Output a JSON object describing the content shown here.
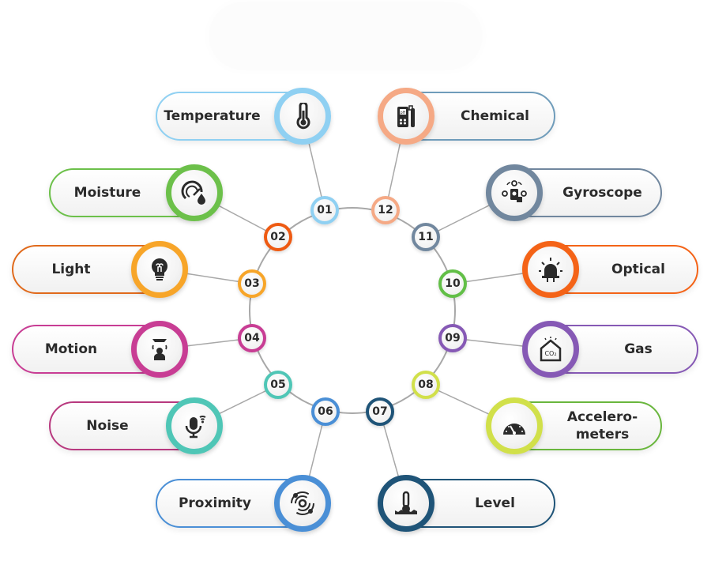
{
  "diagram": {
    "title": "",
    "ring_color": "#a8a8a8",
    "nodes": [
      {
        "number": "01",
        "label": "Temperature",
        "icon": "thermometer-icon",
        "color": "#8fd0f2",
        "side": "left"
      },
      {
        "number": "02",
        "label": "Moisture",
        "icon": "moisture-gauge-icon",
        "color": "#6cc04a",
        "num_color": "#ee5a12",
        "side": "left"
      },
      {
        "number": "03",
        "label": "Light",
        "icon": "light-bulb-icon",
        "color": "#f7a529",
        "pill_color": "#e06a1c",
        "side": "left"
      },
      {
        "number": "04",
        "label": "Motion",
        "icon": "motion-sensor-icon",
        "color": "#c83d94",
        "side": "left"
      },
      {
        "number": "05",
        "label": "Noise",
        "icon": "microphone-icon",
        "color": "#4fc6b6",
        "pill_color": "#b8397f",
        "side": "left"
      },
      {
        "number": "06",
        "label": "Proximity",
        "icon": "proximity-icon",
        "color": "#4a8fd6",
        "side": "left"
      },
      {
        "number": "07",
        "label": "Level",
        "icon": "level-icon",
        "color": "#1f5478",
        "side": "right"
      },
      {
        "number": "08",
        "label": "Accelero-\nmeters",
        "icon": "speedometer-icon",
        "color": "#d1e04a",
        "pill_color": "#69b63d",
        "side": "right"
      },
      {
        "number": "09",
        "label": "Gas",
        "icon": "co2-icon",
        "color": "#8659b5",
        "side": "right"
      },
      {
        "number": "10",
        "label": "Optical",
        "icon": "alarm-light-icon",
        "color": "#f46317",
        "num_color": "#62bf47",
        "side": "right"
      },
      {
        "number": "11",
        "label": "Gyroscope",
        "icon": "gyroscope-icon",
        "color": "#71879e",
        "side": "right"
      },
      {
        "number": "12",
        "label": "Chemical",
        "icon": "ph-meter-icon",
        "color": "#f5a985",
        "pill_color": "#6f9cba",
        "side": "right"
      }
    ]
  }
}
